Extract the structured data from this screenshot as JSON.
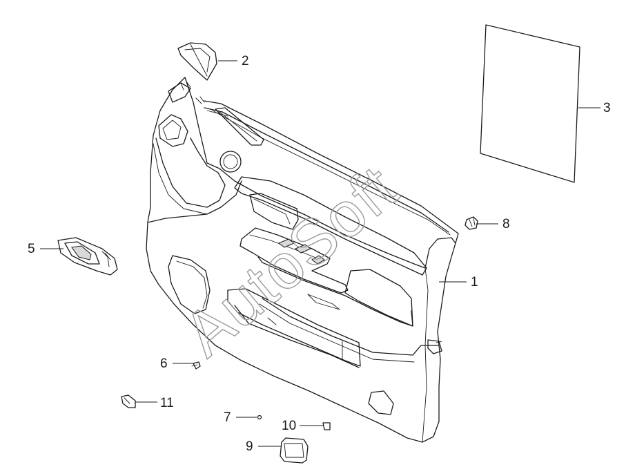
{
  "watermark": "AutoSoft",
  "callouts": {
    "c1": "1",
    "c2": "2",
    "c3": "3",
    "c5": "5",
    "c6": "6",
    "c7": "7",
    "c8": "8",
    "c9": "9",
    "c10": "10",
    "c11": "11"
  }
}
